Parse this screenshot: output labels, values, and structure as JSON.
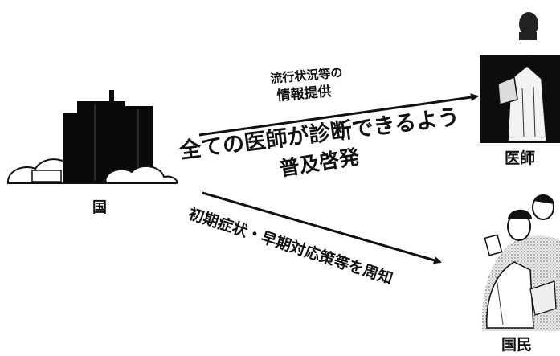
{
  "nodes": {
    "country": {
      "label": "国"
    },
    "doctor": {
      "label": "医師"
    },
    "public": {
      "label": "国民"
    }
  },
  "arrows": {
    "info": {
      "line1": "流行状況等の",
      "line2": "情報提供"
    },
    "awareness": {
      "line1": "全ての医師が診断できるよう",
      "line2": "普及啓発"
    },
    "public_notice": {
      "text": "初期症状・早期対応策等を周知"
    }
  },
  "colors": {
    "ink": "#111111",
    "paper": "#ffffff"
  },
  "icons": {
    "country": "government-building-icon",
    "doctor": "doctor-icon",
    "public": "people-group-icon"
  }
}
